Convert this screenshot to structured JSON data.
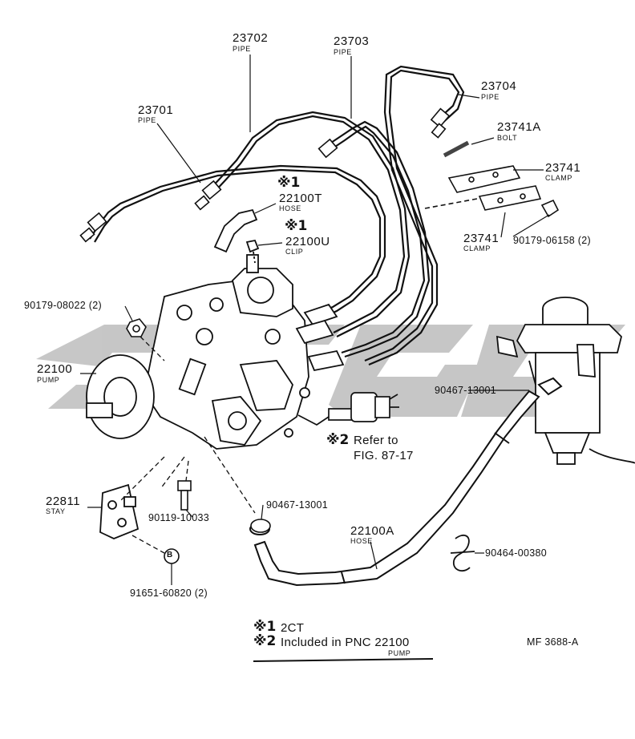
{
  "parts": {
    "p23701": {
      "number": "23701",
      "name": "PIPE"
    },
    "p23702": {
      "number": "23702",
      "name": "PIPE"
    },
    "p23703": {
      "number": "23703",
      "name": "PIPE"
    },
    "p23704": {
      "number": "23704",
      "name": "PIPE"
    },
    "p23741A": {
      "number": "23741A",
      "name": "BOLT"
    },
    "p23741_upper": {
      "number": "23741",
      "name": "CLAMP"
    },
    "p23741_lower": {
      "number": "23741",
      "name": "CLAMP"
    },
    "p22100T": {
      "number": "22100T",
      "name": "HOSE",
      "mark": "※1"
    },
    "p22100U": {
      "number": "22100U",
      "name": "CLIP",
      "mark": "※1"
    },
    "p90179_06158": {
      "number": "90179-06158 (2)"
    },
    "p90179_08022": {
      "number": "90179-08022 (2)"
    },
    "p22100": {
      "number": "22100",
      "name": "PUMP"
    },
    "p90467_13001_a": {
      "number": "90467-13001"
    },
    "p90467_13001_b": {
      "number": "90467-13001"
    },
    "p22811": {
      "number": "22811",
      "name": "STAY"
    },
    "p90119_10033": {
      "number": "90119-10033"
    },
    "p91651_60820": {
      "number": "91651-60820 (2)"
    },
    "p22100A": {
      "number": "22100A",
      "name": "HOSE"
    },
    "p90464_00380": {
      "number": "90464-00380"
    },
    "refer": {
      "mark": "※2",
      "line1": "Refer to",
      "line2": "FIG. 87-17"
    },
    "bolt_marker": "B"
  },
  "notes": [
    {
      "mark": "※1",
      "text": "2CT"
    },
    {
      "mark": "※2",
      "text": "Included in PNC 22100",
      "sub": "PUMP"
    }
  ],
  "figure_code": "MF 3688-A",
  "colors": {
    "ink": "#111111",
    "watermark": "#b8b8b8",
    "background": "#ffffff"
  }
}
